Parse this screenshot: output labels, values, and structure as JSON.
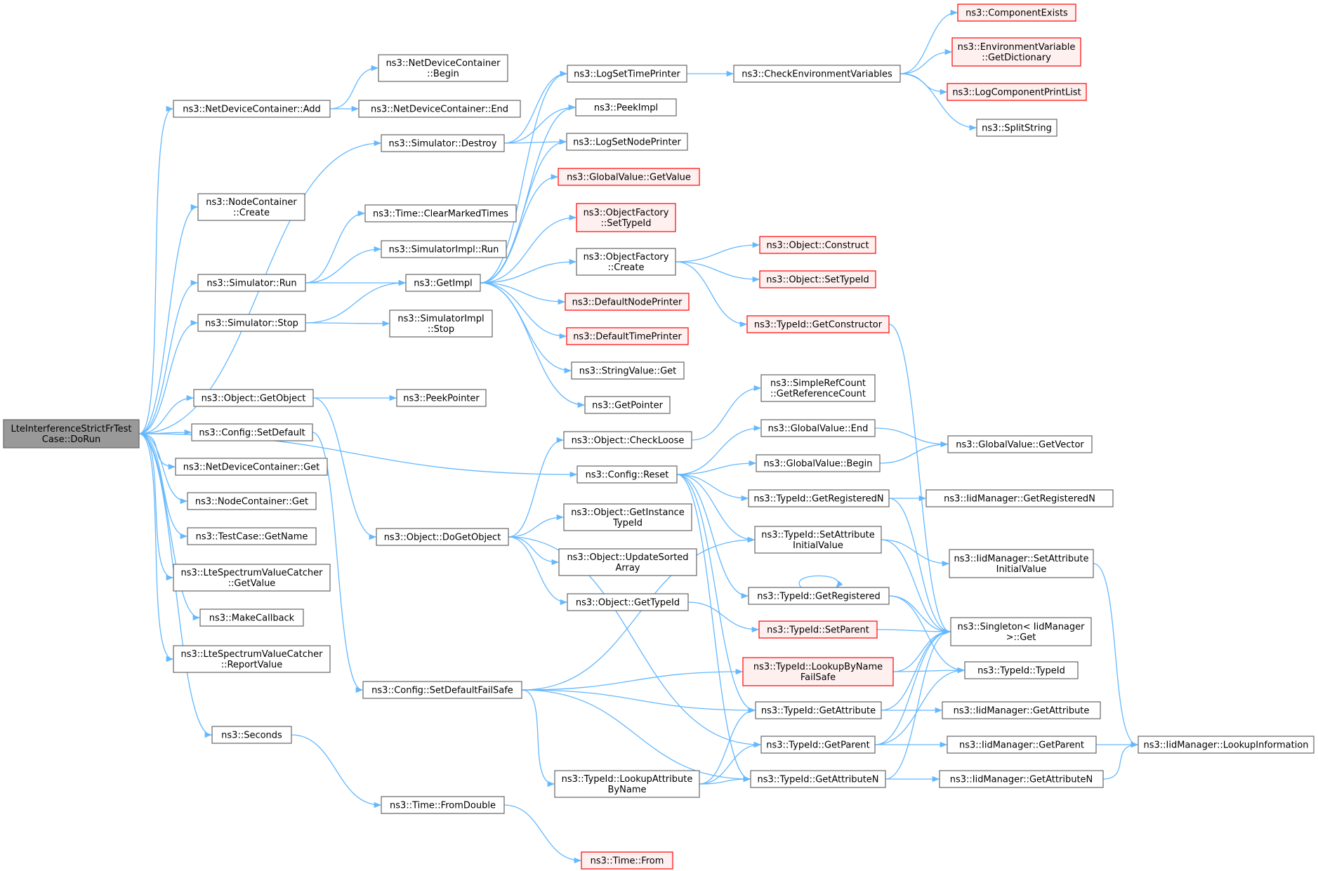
{
  "colors": {
    "edge": "#63b8ff",
    "node_border": "#666666",
    "node_fill": "#ffffff",
    "root_fill": "#999999",
    "missing_border": "#ff0000",
    "missing_fill": "#fff0f0"
  },
  "nodes": [
    {
      "id": "root",
      "lines": [
        "LteInterferenceStrictFrTest",
        "Case::DoRun"
      ],
      "style": "root"
    },
    {
      "id": "ndc_add",
      "lines": [
        "ns3::NetDeviceContainer::Add"
      ]
    },
    {
      "id": "ndc_begin",
      "lines": [
        "ns3::NetDeviceContainer",
        "::Begin"
      ]
    },
    {
      "id": "ndc_end",
      "lines": [
        "ns3::NetDeviceContainer::End"
      ]
    },
    {
      "id": "sim_destroy",
      "lines": [
        "ns3::Simulator::Destroy"
      ]
    },
    {
      "id": "nc_create",
      "lines": [
        "ns3::NodeContainer",
        "::Create"
      ]
    },
    {
      "id": "time_clear",
      "lines": [
        "ns3::Time::ClearMarkedTimes"
      ]
    },
    {
      "id": "simimpl_run",
      "lines": [
        "ns3::SimulatorImpl::Run"
      ]
    },
    {
      "id": "sim_run",
      "lines": [
        "ns3::Simulator::Run"
      ]
    },
    {
      "id": "getimpl",
      "lines": [
        "ns3::GetImpl"
      ]
    },
    {
      "id": "sim_stop",
      "lines": [
        "ns3::Simulator::Stop"
      ]
    },
    {
      "id": "simimpl_stop",
      "lines": [
        "ns3::SimulatorImpl",
        "::Stop"
      ]
    },
    {
      "id": "obj_getobject",
      "lines": [
        "ns3::Object::GetObject"
      ]
    },
    {
      "id": "peekpointer",
      "lines": [
        "ns3::PeekPointer"
      ]
    },
    {
      "id": "cfg_setdefault",
      "lines": [
        "ns3::Config::SetDefault"
      ]
    },
    {
      "id": "ndc_get",
      "lines": [
        "ns3::NetDeviceContainer::Get"
      ]
    },
    {
      "id": "nc_get",
      "lines": [
        "ns3::NodeContainer::Get"
      ]
    },
    {
      "id": "tc_getname",
      "lines": [
        "ns3::TestCase::GetName"
      ]
    },
    {
      "id": "svc_getvalue",
      "lines": [
        "ns3::LteSpectrumValueCatcher",
        "::GetValue"
      ]
    },
    {
      "id": "makecallback",
      "lines": [
        "ns3::MakeCallback"
      ]
    },
    {
      "id": "svc_report",
      "lines": [
        "ns3::LteSpectrumValueCatcher",
        "::ReportValue"
      ]
    },
    {
      "id": "seconds",
      "lines": [
        "ns3::Seconds"
      ]
    },
    {
      "id": "obj_dogetobject",
      "lines": [
        "ns3::Object::DoGetObject"
      ]
    },
    {
      "id": "cfg_sdfs",
      "lines": [
        "ns3::Config::SetDefaultFailSafe"
      ]
    },
    {
      "id": "time_fromdouble",
      "lines": [
        "ns3::Time::FromDouble"
      ]
    },
    {
      "id": "time_from",
      "lines": [
        "ns3::Time::From"
      ],
      "style": "red"
    },
    {
      "id": "logsettime",
      "lines": [
        "ns3::LogSetTimePrinter"
      ]
    },
    {
      "id": "peekimpl",
      "lines": [
        "ns3::PeekImpl"
      ]
    },
    {
      "id": "logsetnode",
      "lines": [
        "ns3::LogSetNodePrinter"
      ]
    },
    {
      "id": "gv_getvalue",
      "lines": [
        "ns3::GlobalValue::GetValue"
      ],
      "style": "red"
    },
    {
      "id": "of_settypeid",
      "lines": [
        "ns3::ObjectFactory",
        "::SetTypeId"
      ],
      "style": "red"
    },
    {
      "id": "of_create",
      "lines": [
        "ns3::ObjectFactory",
        "::Create"
      ]
    },
    {
      "id": "defnodeprinter",
      "lines": [
        "ns3::DefaultNodePrinter"
      ],
      "style": "red"
    },
    {
      "id": "deftimeprinter",
      "lines": [
        "ns3::DefaultTimePrinter"
      ],
      "style": "red"
    },
    {
      "id": "sv_get",
      "lines": [
        "ns3::StringValue::Get"
      ]
    },
    {
      "id": "getpointer",
      "lines": [
        "ns3::GetPointer"
      ]
    },
    {
      "id": "obj_checkloose",
      "lines": [
        "ns3::Object::CheckLoose"
      ]
    },
    {
      "id": "cfg_reset",
      "lines": [
        "ns3::Config::Reset"
      ]
    },
    {
      "id": "obj_getinstance",
      "lines": [
        "ns3::Object::GetInstance",
        "TypeId"
      ]
    },
    {
      "id": "obj_updsorted",
      "lines": [
        "ns3::Object::UpdateSorted",
        "Array"
      ]
    },
    {
      "id": "obj_gettypeid",
      "lines": [
        "ns3::Object::GetTypeId"
      ]
    },
    {
      "id": "tid_lab",
      "lines": [
        "ns3::TypeId::LookupAttribute",
        "ByName"
      ]
    },
    {
      "id": "checkenv",
      "lines": [
        "ns3::CheckEnvironmentVariables"
      ]
    },
    {
      "id": "compexists",
      "lines": [
        "ns3::ComponentExists"
      ],
      "style": "red"
    },
    {
      "id": "envvar",
      "lines": [
        "ns3::EnvironmentVariable",
        "::GetDictionary"
      ],
      "style": "red"
    },
    {
      "id": "logcompprint",
      "lines": [
        "ns3::LogComponentPrintList"
      ],
      "style": "red"
    },
    {
      "id": "splitstring",
      "lines": [
        "ns3::SplitString"
      ]
    },
    {
      "id": "obj_construct",
      "lines": [
        "ns3::Object::Construct"
      ],
      "style": "red"
    },
    {
      "id": "obj_settypeid",
      "lines": [
        "ns3::Object::SetTypeId"
      ],
      "style": "red"
    },
    {
      "id": "tid_getctor",
      "lines": [
        "ns3::TypeId::GetConstructor"
      ],
      "style": "red"
    },
    {
      "id": "src_getref",
      "lines": [
        "ns3::SimpleRefCount",
        "::GetReferenceCount"
      ]
    },
    {
      "id": "gv_end",
      "lines": [
        "ns3::GlobalValue::End"
      ]
    },
    {
      "id": "gv_begin",
      "lines": [
        "ns3::GlobalValue::Begin"
      ]
    },
    {
      "id": "tid_getregn",
      "lines": [
        "ns3::TypeId::GetRegisteredN"
      ]
    },
    {
      "id": "tid_setattrinit",
      "lines": [
        "ns3::TypeId::SetAttribute",
        "InitialValue"
      ]
    },
    {
      "id": "tid_getreg",
      "lines": [
        "ns3::TypeId::GetRegistered"
      ]
    },
    {
      "id": "tid_setparent",
      "lines": [
        "ns3::TypeId::SetParent"
      ],
      "style": "red"
    },
    {
      "id": "tid_lbnfs",
      "lines": [
        "ns3::TypeId::LookupByName",
        "FailSafe"
      ],
      "style": "red"
    },
    {
      "id": "tid_getattr",
      "lines": [
        "ns3::TypeId::GetAttribute"
      ]
    },
    {
      "id": "tid_getparent",
      "lines": [
        "ns3::TypeId::GetParent"
      ]
    },
    {
      "id": "tid_getattrn",
      "lines": [
        "ns3::TypeId::GetAttributeN"
      ]
    },
    {
      "id": "gv_getvector",
      "lines": [
        "ns3::GlobalValue::GetVector"
      ]
    },
    {
      "id": "iid_getregn",
      "lines": [
        "ns3::IidManager::GetRegisteredN"
      ]
    },
    {
      "id": "iid_setattrinit",
      "lines": [
        "ns3::IidManager::SetAttribute",
        "InitialValue"
      ]
    },
    {
      "id": "singleton",
      "lines": [
        "ns3::Singleton< IidManager",
        " >::Get"
      ]
    },
    {
      "id": "tid_typeid",
      "lines": [
        "ns3::TypeId::TypeId"
      ]
    },
    {
      "id": "iid_getattr",
      "lines": [
        "ns3::IidManager::GetAttribute"
      ]
    },
    {
      "id": "iid_getparent",
      "lines": [
        "ns3::IidManager::GetParent"
      ]
    },
    {
      "id": "iid_getattrn",
      "lines": [
        "ns3::IidManager::GetAttributeN"
      ]
    },
    {
      "id": "iid_lookup",
      "lines": [
        "ns3::IidManager::LookupInformation"
      ]
    }
  ],
  "edges": [
    [
      "root",
      "ndc_add"
    ],
    [
      "root",
      "nc_create"
    ],
    [
      "root",
      "sim_destroy"
    ],
    [
      "root",
      "sim_run"
    ],
    [
      "root",
      "sim_stop"
    ],
    [
      "root",
      "cfg_reset"
    ],
    [
      "root",
      "obj_getobject"
    ],
    [
      "root",
      "cfg_setdefault"
    ],
    [
      "root",
      "ndc_get"
    ],
    [
      "root",
      "nc_get"
    ],
    [
      "root",
      "tc_getname"
    ],
    [
      "root",
      "svc_getvalue"
    ],
    [
      "root",
      "makecallback"
    ],
    [
      "root",
      "svc_report"
    ],
    [
      "root",
      "seconds"
    ],
    [
      "ndc_add",
      "ndc_begin"
    ],
    [
      "ndc_add",
      "ndc_end"
    ],
    [
      "sim_destroy",
      "logsettime"
    ],
    [
      "sim_destroy",
      "peekimpl"
    ],
    [
      "sim_destroy",
      "logsetnode"
    ],
    [
      "sim_run",
      "time_clear"
    ],
    [
      "sim_run",
      "simimpl_run"
    ],
    [
      "sim_run",
      "getimpl"
    ],
    [
      "sim_stop",
      "getimpl"
    ],
    [
      "sim_stop",
      "simimpl_stop"
    ],
    [
      "getimpl",
      "logsettime"
    ],
    [
      "getimpl",
      "peekimpl"
    ],
    [
      "getimpl",
      "logsetnode"
    ],
    [
      "getimpl",
      "gv_getvalue"
    ],
    [
      "getimpl",
      "of_settypeid"
    ],
    [
      "getimpl",
      "of_create"
    ],
    [
      "getimpl",
      "defnodeprinter"
    ],
    [
      "getimpl",
      "deftimeprinter"
    ],
    [
      "getimpl",
      "sv_get"
    ],
    [
      "getimpl",
      "getpointer"
    ],
    [
      "logsettime",
      "checkenv"
    ],
    [
      "checkenv",
      "compexists"
    ],
    [
      "checkenv",
      "envvar"
    ],
    [
      "checkenv",
      "logcompprint"
    ],
    [
      "checkenv",
      "splitstring"
    ],
    [
      "of_create",
      "obj_construct"
    ],
    [
      "of_create",
      "obj_settypeid"
    ],
    [
      "of_create",
      "tid_getctor"
    ],
    [
      "tid_getctor",
      "singleton"
    ],
    [
      "obj_getobject",
      "peekpointer"
    ],
    [
      "obj_getobject",
      "obj_dogetobject"
    ],
    [
      "obj_dogetobject",
      "obj_checkloose"
    ],
    [
      "obj_dogetobject",
      "obj_getinstance"
    ],
    [
      "obj_dogetobject",
      "obj_updsorted"
    ],
    [
      "obj_dogetobject",
      "obj_gettypeid"
    ],
    [
      "obj_dogetobject",
      "tid_getparent"
    ],
    [
      "obj_checkloose",
      "src_getref"
    ],
    [
      "obj_gettypeid",
      "tid_setparent"
    ],
    [
      "cfg_setdefault",
      "cfg_sdfs"
    ],
    [
      "cfg_sdfs",
      "tid_setattrinit"
    ],
    [
      "cfg_sdfs",
      "tid_lbnfs"
    ],
    [
      "cfg_sdfs",
      "tid_getattr"
    ],
    [
      "cfg_sdfs",
      "tid_lab"
    ],
    [
      "cfg_sdfs",
      "tid_getattrn"
    ],
    [
      "cfg_reset",
      "gv_end"
    ],
    [
      "cfg_reset",
      "gv_begin"
    ],
    [
      "cfg_reset",
      "tid_getregn"
    ],
    [
      "cfg_reset",
      "tid_setattrinit"
    ],
    [
      "cfg_reset",
      "tid_getreg"
    ],
    [
      "cfg_reset",
      "tid_getattr"
    ],
    [
      "cfg_reset",
      "tid_getattrn"
    ],
    [
      "gv_end",
      "gv_getvector"
    ],
    [
      "gv_begin",
      "gv_getvector"
    ],
    [
      "tid_getregn",
      "iid_getregn"
    ],
    [
      "tid_getregn",
      "singleton"
    ],
    [
      "tid_setattrinit",
      "iid_setattrinit"
    ],
    [
      "tid_setattrinit",
      "singleton"
    ],
    [
      "tid_getreg",
      "tid_getreg"
    ],
    [
      "tid_getreg",
      "singleton"
    ],
    [
      "tid_getreg",
      "tid_typeid"
    ],
    [
      "tid_setparent",
      "singleton"
    ],
    [
      "tid_lbnfs",
      "singleton"
    ],
    [
      "tid_lbnfs",
      "tid_typeid"
    ],
    [
      "tid_getattr",
      "iid_getattr"
    ],
    [
      "tid_getattr",
      "singleton"
    ],
    [
      "tid_getparent",
      "iid_getparent"
    ],
    [
      "tid_getparent",
      "singleton"
    ],
    [
      "tid_getparent",
      "tid_typeid"
    ],
    [
      "tid_getattrn",
      "iid_getattrn"
    ],
    [
      "tid_getattrn",
      "singleton"
    ],
    [
      "tid_lab",
      "tid_getattr"
    ],
    [
      "tid_lab",
      "tid_getparent"
    ],
    [
      "tid_lab",
      "tid_getattrn"
    ],
    [
      "iid_setattrinit",
      "iid_lookup"
    ],
    [
      "iid_getparent",
      "iid_lookup"
    ],
    [
      "iid_getattrn",
      "iid_lookup"
    ],
    [
      "seconds",
      "time_fromdouble"
    ],
    [
      "time_fromdouble",
      "time_from"
    ]
  ]
}
